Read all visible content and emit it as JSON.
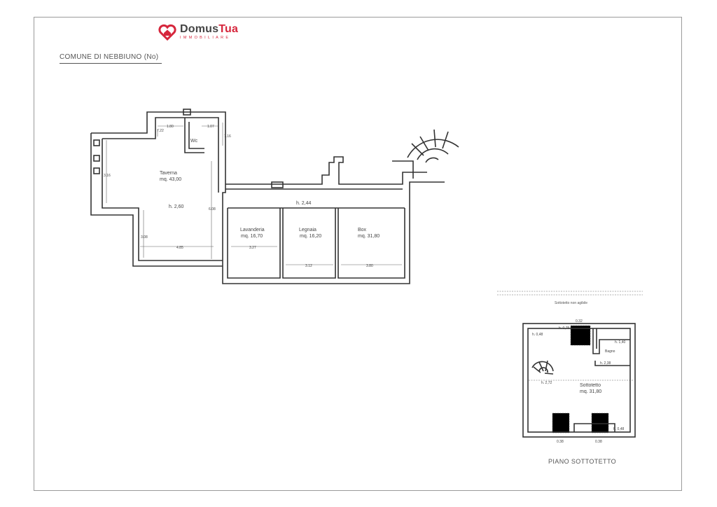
{
  "brand": {
    "name_part1": "Domus",
    "name_part2": "Tua",
    "subtitle": "IMMOBILIARE",
    "accent_color": "#d6263c",
    "logo_icon": "heart-house-icon"
  },
  "header": {
    "comune": "COMUNE DI NEBBIUNO (No)"
  },
  "ground_floor": {
    "rooms": {
      "taverna_name": "Taverna",
      "taverna_area": "mq. 43,00",
      "taverna_height": "h. 2,60",
      "wc_name": "Wc",
      "lavanderia_name": "Lavanderia",
      "lavanderia_area": "mq. 16,70",
      "legnaia_name": "Legnaia",
      "legnaia_area": "mq. 16,20",
      "box_name": "Box",
      "box_area": "mq. 31,80",
      "common_height": "h. 2,44"
    },
    "dimensions": {
      "d1": "1.80",
      "d2": "1.07",
      "d3": "7.22",
      "d4": "7.16",
      "d5": "3.16",
      "d6": "6.08",
      "d7": "3.08",
      "d8": "4.85",
      "d9": "3.27",
      "d10": "3.12",
      "d11": "3.80"
    }
  },
  "attic": {
    "note": "Sottotetto non agibile",
    "room_name": "Sottotetto",
    "room_area": "mq. 31,80",
    "bath_name": "Bagno",
    "heights": {
      "h1": "h. 0,48",
      "h2": "h. 0,75",
      "h3": "h. 1,40",
      "h4": "h. 2,38",
      "h5": "h. 2,72",
      "h6": "h. 0,48",
      "v1": "0.32",
      "v2": "0.38",
      "v3": "0.38"
    },
    "label": "PIANO SOTTOTETTO"
  }
}
